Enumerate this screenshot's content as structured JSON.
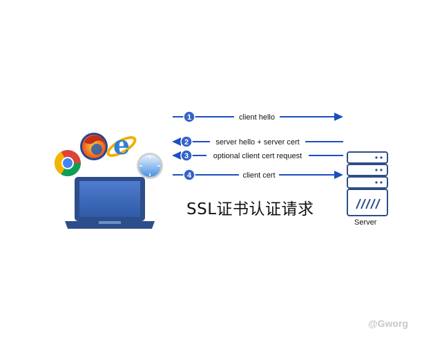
{
  "title": "SSL证书认证请求",
  "server_label": "Server",
  "watermark": "@Gworg",
  "colors": {
    "arrow": "#1a4fbf",
    "step_circle": "#3563c8",
    "server_fill": "#ffffff",
    "server_stroke": "#2c4e8a",
    "laptop_body": "#2c4e8a",
    "laptop_screen": "#3f6ab8"
  },
  "steps": [
    {
      "number": "1",
      "label": "client hello",
      "direction": "to-server"
    },
    {
      "number": "2",
      "label": "server hello + server cert",
      "direction": "to-client"
    },
    {
      "number": "3",
      "label": "optional client cert request",
      "direction": "to-client"
    },
    {
      "number": "4",
      "label": "client cert",
      "direction": "to-server"
    }
  ],
  "icons": [
    "chrome-icon",
    "firefox-icon",
    "ie-icon",
    "safari-icon",
    "laptop-icon",
    "server-icon"
  ]
}
